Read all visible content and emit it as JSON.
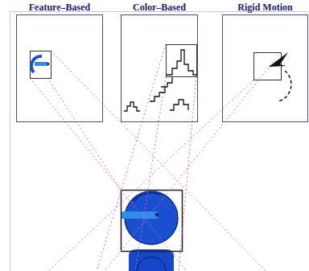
{
  "diagram": {
    "nodes": [
      {
        "text": [
          "Feature–Based"
        ]
      },
      {
        "text": [
          "Color–Based"
        ]
      },
      {
        "text": [
          "Rigid Motion"
        ]
      }
    ]
  }
}
